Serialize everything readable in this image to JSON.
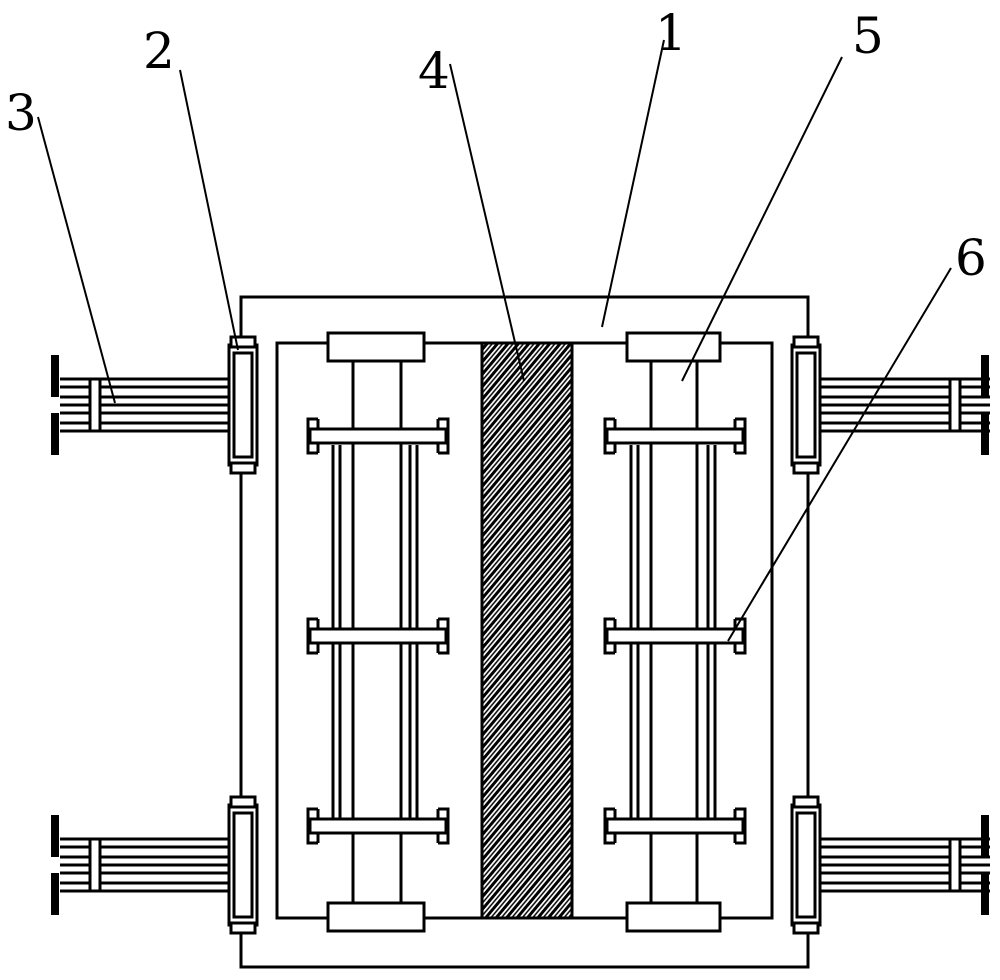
{
  "labels": {
    "l1": "1",
    "l2": "2",
    "l3": "3",
    "l4": "4",
    "l5": "5",
    "l6": "6"
  },
  "colors": {
    "line": "#000000",
    "background": "#ffffff",
    "hatch": "#000000"
  }
}
